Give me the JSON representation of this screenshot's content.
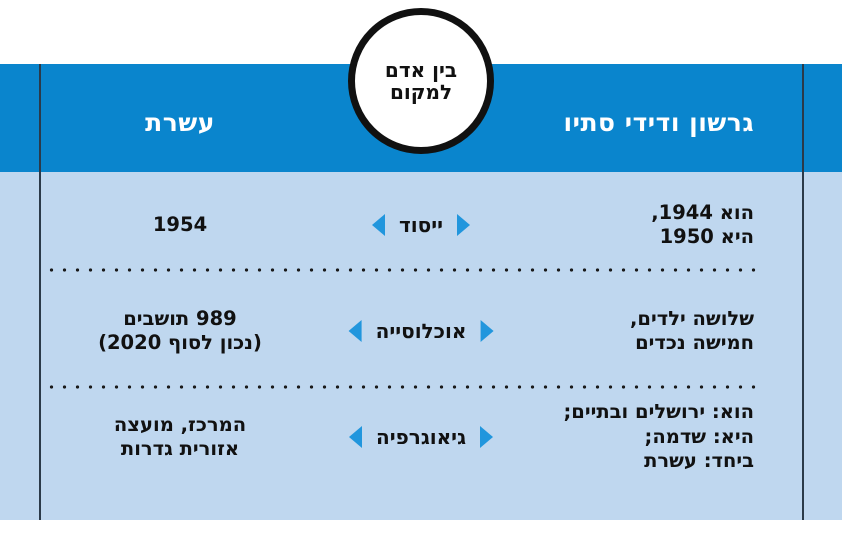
{
  "badge": {
    "text": "בין אדם\nלמקום"
  },
  "header": {
    "right_name": "גרשון ודידי סתיו",
    "left_name": "עשרת"
  },
  "colors": {
    "header_blue": "#0a85cd",
    "body_blue": "#bfd7ef",
    "arrow_blue": "#2196dd",
    "rule_dark": "#2b3a49",
    "text_dark": "#111111",
    "header_text": "#ffffff"
  },
  "rows": [
    {
      "label": "ייסוד",
      "right_value": "הוא 1944,\nהיא 1950",
      "left_value": "1954",
      "arrow_right": "arrow-right-icon",
      "arrow_left": "arrow-left-icon"
    },
    {
      "label": "אוכלוסייה",
      "right_value": "שלושה ילדים,\nחמישה נכדים",
      "left_value": "989 תושבים\n(נכון לסוף 2020)",
      "arrow_right": "arrow-right-icon",
      "arrow_left": "arrow-left-icon"
    },
    {
      "label": "גיאוגרפיה",
      "right_value": "הוא: ירושלים ובתיים;\nהיא: שדמה;\nביחד: עשרת",
      "left_value": "המרכז, מועצה\nאזורית גדרות",
      "arrow_right": "arrow-right-icon",
      "arrow_left": "arrow-left-icon"
    }
  ]
}
